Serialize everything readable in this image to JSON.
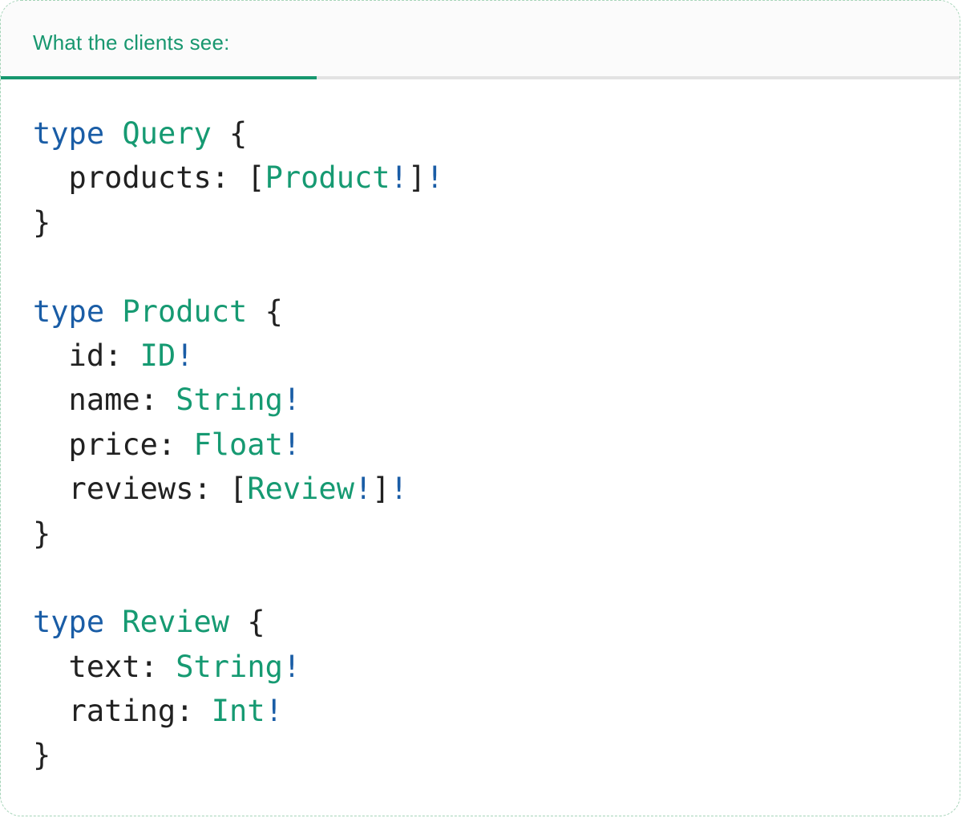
{
  "card": {
    "tab_label": "What the clients see:"
  },
  "colors": {
    "header_text": "#18976f",
    "tab_indicator": "#16976e",
    "divider": "#e3e3e3",
    "card_border": "#a5d4b8",
    "header_bg": "#fbfbfb",
    "code_bg": "#ffffff",
    "keyword": "#1a5da6",
    "type_name": "#169a72",
    "bang": "#1a5da6",
    "plain": "#212121"
  },
  "code": {
    "language": "graphql",
    "lines": [
      [
        {
          "t": "type",
          "c": "kw"
        },
        {
          "t": " ",
          "c": "plain"
        },
        {
          "t": "Query",
          "c": "type"
        },
        {
          "t": " {",
          "c": "plain"
        }
      ],
      [
        {
          "t": "  products: [",
          "c": "plain"
        },
        {
          "t": "Product",
          "c": "type"
        },
        {
          "t": "!",
          "c": "bang"
        },
        {
          "t": "]",
          "c": "plain"
        },
        {
          "t": "!",
          "c": "bang"
        }
      ],
      [
        {
          "t": "}",
          "c": "plain"
        }
      ],
      [],
      [
        {
          "t": "type",
          "c": "kw"
        },
        {
          "t": " ",
          "c": "plain"
        },
        {
          "t": "Product",
          "c": "type"
        },
        {
          "t": " {",
          "c": "plain"
        }
      ],
      [
        {
          "t": "  id: ",
          "c": "plain"
        },
        {
          "t": "ID",
          "c": "type"
        },
        {
          "t": "!",
          "c": "bang"
        }
      ],
      [
        {
          "t": "  name: ",
          "c": "plain"
        },
        {
          "t": "String",
          "c": "type"
        },
        {
          "t": "!",
          "c": "bang"
        }
      ],
      [
        {
          "t": "  price: ",
          "c": "plain"
        },
        {
          "t": "Float",
          "c": "type"
        },
        {
          "t": "!",
          "c": "bang"
        }
      ],
      [
        {
          "t": "  reviews: [",
          "c": "plain"
        },
        {
          "t": "Review",
          "c": "type"
        },
        {
          "t": "!",
          "c": "bang"
        },
        {
          "t": "]",
          "c": "plain"
        },
        {
          "t": "!",
          "c": "bang"
        }
      ],
      [
        {
          "t": "}",
          "c": "plain"
        }
      ],
      [],
      [
        {
          "t": "type",
          "c": "kw"
        },
        {
          "t": " ",
          "c": "plain"
        },
        {
          "t": "Review",
          "c": "type"
        },
        {
          "t": " {",
          "c": "plain"
        }
      ],
      [
        {
          "t": "  text: ",
          "c": "plain"
        },
        {
          "t": "String",
          "c": "type"
        },
        {
          "t": "!",
          "c": "bang"
        }
      ],
      [
        {
          "t": "  rating: ",
          "c": "plain"
        },
        {
          "t": "Int",
          "c": "type"
        },
        {
          "t": "!",
          "c": "bang"
        }
      ],
      [
        {
          "t": "}",
          "c": "plain"
        }
      ]
    ]
  }
}
